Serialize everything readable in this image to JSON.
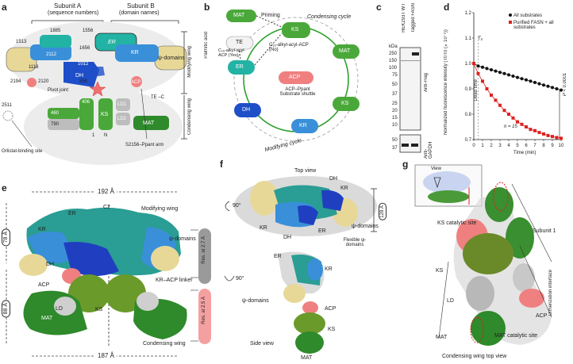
{
  "panels": {
    "a": "a",
    "b": "b",
    "c": "c",
    "d": "d",
    "e": "e",
    "f": "f",
    "g": "g"
  },
  "a": {
    "subunit_a": "Subunit A",
    "subunit_a_sub": "(sequence numbers)",
    "subunit_b": "Subunit B",
    "subunit_b_sub": "(domain names)",
    "er": "ER",
    "kr": "KR",
    "dh": "DH",
    "ks": "KS",
    "mat": "MAT",
    "ld1": "LD1",
    "ld2": "LD2",
    "acp": "ACP",
    "psi": "ψ-domains",
    "n1885": "1885",
    "n1556": "1556",
    "n1656": "1656",
    "n1513": "1513",
    "n2112": "2112",
    "n1118": "1118",
    "n1012": "1012",
    "n858": "858",
    "n2194": "2194",
    "n2120": "2120",
    "n2511": "2511",
    "n406": "406",
    "n460": "460",
    "n790": "790",
    "n1": "1",
    "nN": "N",
    "te_c": "TE –C",
    "pivot": "Pivot joint",
    "orlistat": "Orlistat-binding site",
    "s2156": "S2156–Ppant arm",
    "modifying_wing": "Modifying wing",
    "condensing_wing": "Condensing wing"
  },
  "b": {
    "mat": "MAT",
    "ks": "KS",
    "er": "ER",
    "dh": "DH",
    "kr": "KR",
    "te": "TE",
    "acp": "ACP",
    "priming": "Priming",
    "condensing_cycle": "Condensing cycle",
    "modifying_cycle": "Modifying cycle",
    "c16_no": "C₁₆-alkyl-acyl-ACP (No)",
    "c16_yes": "C₁₆-alkyl-acyl-ACP (Yes)",
    "palmitic": "Palmitic acid",
    "shuttle": "ACP–Ppant Substrate shuttle"
  },
  "c": {
    "col1": "HEK293T WT",
    "col2": "Tagged FASN",
    "kda": "kDa",
    "markers": [
      "250",
      "150",
      "100",
      "75",
      "50",
      "37",
      "25",
      "20",
      "15",
      "10"
    ],
    "markers2": [
      "50",
      "37"
    ],
    "anti_flag": "Anti-Flag",
    "anti_gapdh": "Anti-GAPDH"
  },
  "d": {
    "legend_all": "All substrates",
    "legend_purified": "Purified FASN + all substrates",
    "ylabel": "Normalized fluorescence intensity (Tt/T0 (×10⁻¹))",
    "xlabel": "Time (min)",
    "dead_time": "Dead time",
    "t0": "T₀",
    "n": "n = 15",
    "p": "P < 0.0001"
  },
  "chart_data": {
    "type": "line",
    "x": [
      0,
      0.5,
      1,
      1.5,
      2,
      2.5,
      3,
      3.5,
      4,
      4.5,
      5,
      5.5,
      6,
      6.5,
      7,
      7.5,
      8,
      8.5,
      9,
      9.5,
      10
    ],
    "series": [
      {
        "name": "All substrates",
        "values": [
          1.0,
          0.99,
          0.985,
          0.98,
          0.975,
          0.97,
          0.965,
          0.96,
          0.955,
          0.95,
          0.945,
          0.94,
          0.935,
          0.93,
          0.925,
          0.92,
          0.915,
          0.91,
          0.905,
          0.9,
          0.895
        ]
      },
      {
        "name": "Purified FASN + all substrates",
        "values": [
          1.0,
          0.96,
          0.93,
          0.9,
          0.875,
          0.855,
          0.835,
          0.815,
          0.8,
          0.785,
          0.77,
          0.76,
          0.75,
          0.74,
          0.735,
          0.728,
          0.722,
          0.716,
          0.712,
          0.708,
          0.705
        ]
      }
    ],
    "xticks": [
      "0",
      "1",
      "2",
      "3",
      "4",
      "5",
      "6",
      "7",
      "8",
      "9",
      "10"
    ],
    "yticks": [
      "0.7",
      "0.8",
      "0.9",
      "1.0",
      "1.1",
      "1.2"
    ],
    "xlim": [
      0,
      10
    ],
    "ylim": [
      0.7,
      1.2
    ]
  },
  "e": {
    "w192": "192 Å",
    "w187": "187 Å",
    "h78": "78 Å",
    "h88": "88 Å",
    "c2": "C2",
    "er": "ER",
    "kr": "KR",
    "dh": "DH",
    "acp": "ACP",
    "ld": "LD",
    "ks": "KS",
    "mat": "MAT",
    "psi": "ψ-domains",
    "modifying_wing": "Modifying wing",
    "condensing_wing": "Condensing wing",
    "kr_acp": "KR–ACP linker",
    "res27": "Res. at 2.7 Å",
    "res25": "Res. at 2.5 Å"
  },
  "f": {
    "top_view": "Top view",
    "side_view": "Side view",
    "deg1": "90°",
    "deg2": "90°",
    "dh1": "DH",
    "kr1": "KR",
    "kr2": "KR",
    "dh2": "DH",
    "er1": "ER",
    "psi1": "ψ-domains",
    "flex": "Flexible ψ-domains",
    "h128": "128 Å",
    "er2": "ER",
    "kr3": "KR",
    "psi2": "ψ-domains",
    "acp": "ACP",
    "ks": "KS",
    "mat": "MAT"
  },
  "g": {
    "view": "View",
    "subunit1": "Subunit 1",
    "ks_site": "KS catalytic site",
    "ks": "KS",
    "ld": "LD",
    "mat": "MAT",
    "acp": "ACP",
    "dimer": "Dimerization interface",
    "mat_site": "MAT catalytic site",
    "footer": "Condensing wing top view"
  },
  "colors": {
    "er": "#22b3a4",
    "kr": "#3a8fd9",
    "dh": "#1f4fc8",
    "ks": "#4aa83a",
    "mat": "#2e8a2a",
    "acp": "#f08080",
    "psi": "#e8d898",
    "ld": "#bdbdbd",
    "red": "#e02020"
  }
}
